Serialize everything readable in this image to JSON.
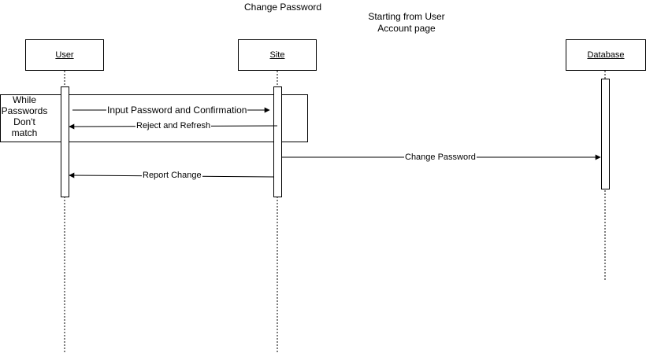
{
  "diagram": {
    "title": "Change Password",
    "note_lines": [
      "Starting from User",
      "Account page"
    ],
    "participants": [
      {
        "id": "user",
        "label": "User"
      },
      {
        "id": "site",
        "label": "Site"
      },
      {
        "id": "database",
        "label": "Database"
      }
    ],
    "loop": {
      "label_lines": [
        "While",
        "Passwords",
        "Don't",
        "match"
      ]
    },
    "messages": [
      {
        "from": "user",
        "to": "site",
        "label": "Input Password and Confirmation"
      },
      {
        "from": "site",
        "to": "user",
        "label": "Reject and Refresh"
      },
      {
        "from": "site",
        "to": "database",
        "label": "Change Password"
      },
      {
        "from": "site",
        "to": "user",
        "label": "Report Change"
      }
    ]
  }
}
